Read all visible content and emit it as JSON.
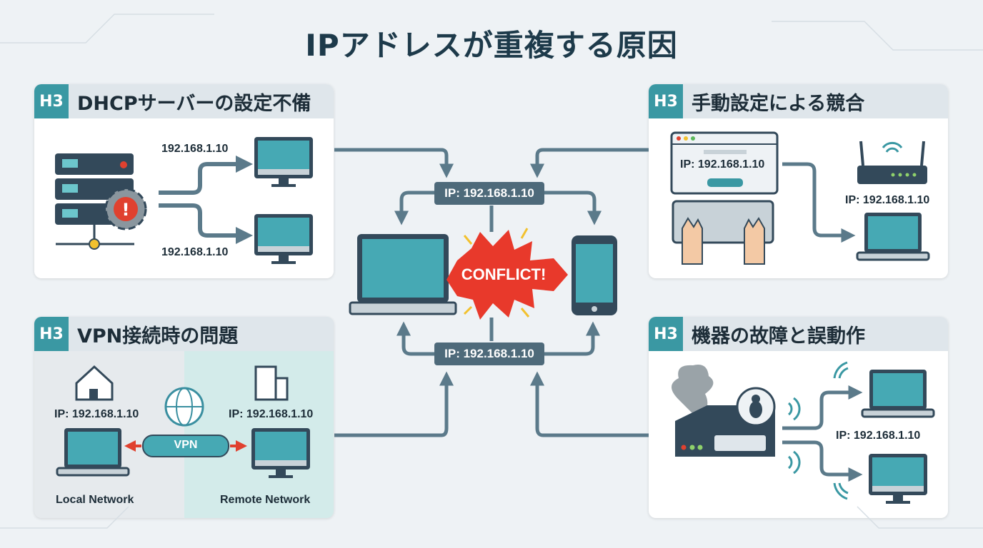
{
  "title": "IPアドレスが重複する原因",
  "badge": "H3",
  "panels": {
    "dhcp": {
      "heading": "DHCPサーバーの設定不備",
      "ip_top": "192.168.1.10",
      "ip_bottom": "192.168.1.10"
    },
    "manual": {
      "heading": "手動設定による競合",
      "ip_screen": "IP: 192.168.1.10",
      "ip_laptop": "IP: 192.168.1.10"
    },
    "vpn": {
      "heading": "VPN接続時の問題",
      "ip_local": "IP: 192.168.1.10",
      "ip_remote": "IP: 192.168.1.10",
      "tunnel": "VPN",
      "local": "Local Network",
      "remote": "Remote Network"
    },
    "failure": {
      "heading": "機器の故障と誤動作",
      "ip": "IP: 192.168.1.10"
    }
  },
  "center": {
    "ip_top": "IP: 192.168.1.10",
    "ip_bottom": "IP: 192.168.1.10",
    "conflict": "CONFLICT!"
  },
  "colors": {
    "accent": "#3a98a3",
    "arrow": "#5b7a8a",
    "conflict": "#e8392b",
    "screen": "#46a9b4",
    "device": "#33495a"
  }
}
